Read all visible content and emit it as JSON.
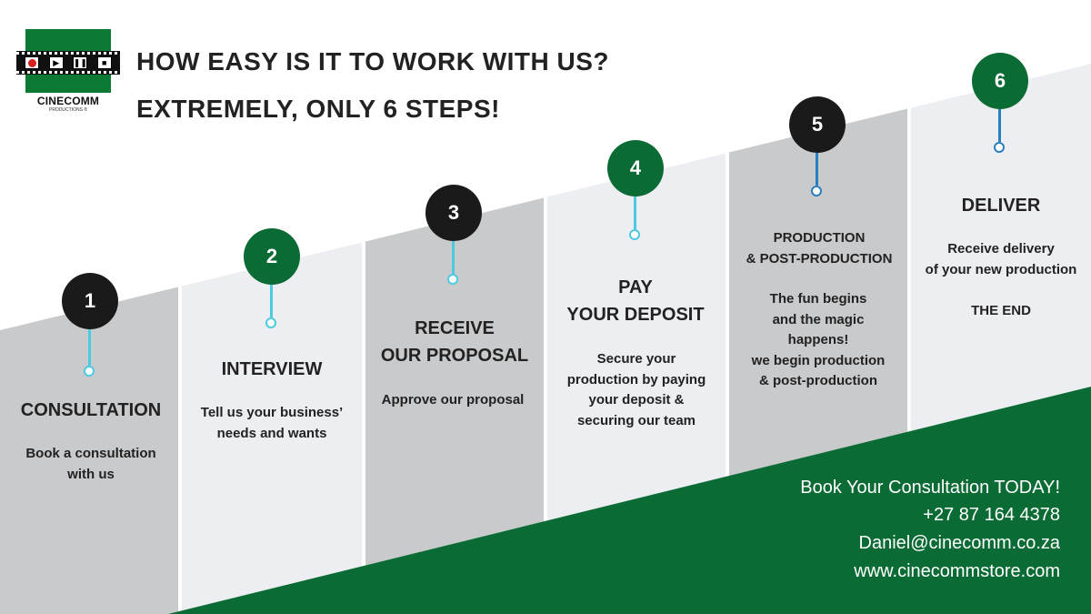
{
  "logo": {
    "name": "CINECOMM",
    "subtitle": "PRODUCTIONS ®",
    "buttons": [
      "record",
      "play",
      "pause",
      "stop"
    ]
  },
  "headline": {
    "line1": "HOW EASY IS IT TO WORK WITH US?",
    "line2": "EXTREMELY, ONLY 6 STEPS!"
  },
  "steps": [
    {
      "number": "1",
      "title": "CONSULTATION",
      "description": "Book a consultation\nwith us"
    },
    {
      "number": "2",
      "title": "INTERVIEW",
      "description": "Tell us your business’\nneeds and wants"
    },
    {
      "number": "3",
      "title": "RECEIVE\nOUR PROPOSAL",
      "description": "Approve our proposal"
    },
    {
      "number": "4",
      "title": "PAY\nYOUR DEPOSIT",
      "description": "Secure your\nproduction by paying\nyour deposit &\nsecuring our team"
    },
    {
      "number": "5",
      "title": "PRODUCTION\n& POST-PRODUCTION",
      "description": "The fun begins\nand the magic\nhappens!\nwe begin production\n& post-production"
    },
    {
      "number": "6",
      "title": "DELIVER",
      "description": "Receive delivery\nof your new production\n\nTHE END"
    }
  ],
  "contact": {
    "cta": "Book Your Consultation TODAY!",
    "phone": "+27 87 164 4378",
    "email": "Daniel@cinecomm.co.za",
    "website": "www.cinecommstore.com"
  },
  "colors": {
    "brand_green": "#0b6b34",
    "column_dark": "#c9cacc",
    "column_light": "#eceef1",
    "stem_light": "#4ccbe0",
    "stem_dark": "#2a7fc1",
    "marker_black": "#1a1a1a"
  }
}
